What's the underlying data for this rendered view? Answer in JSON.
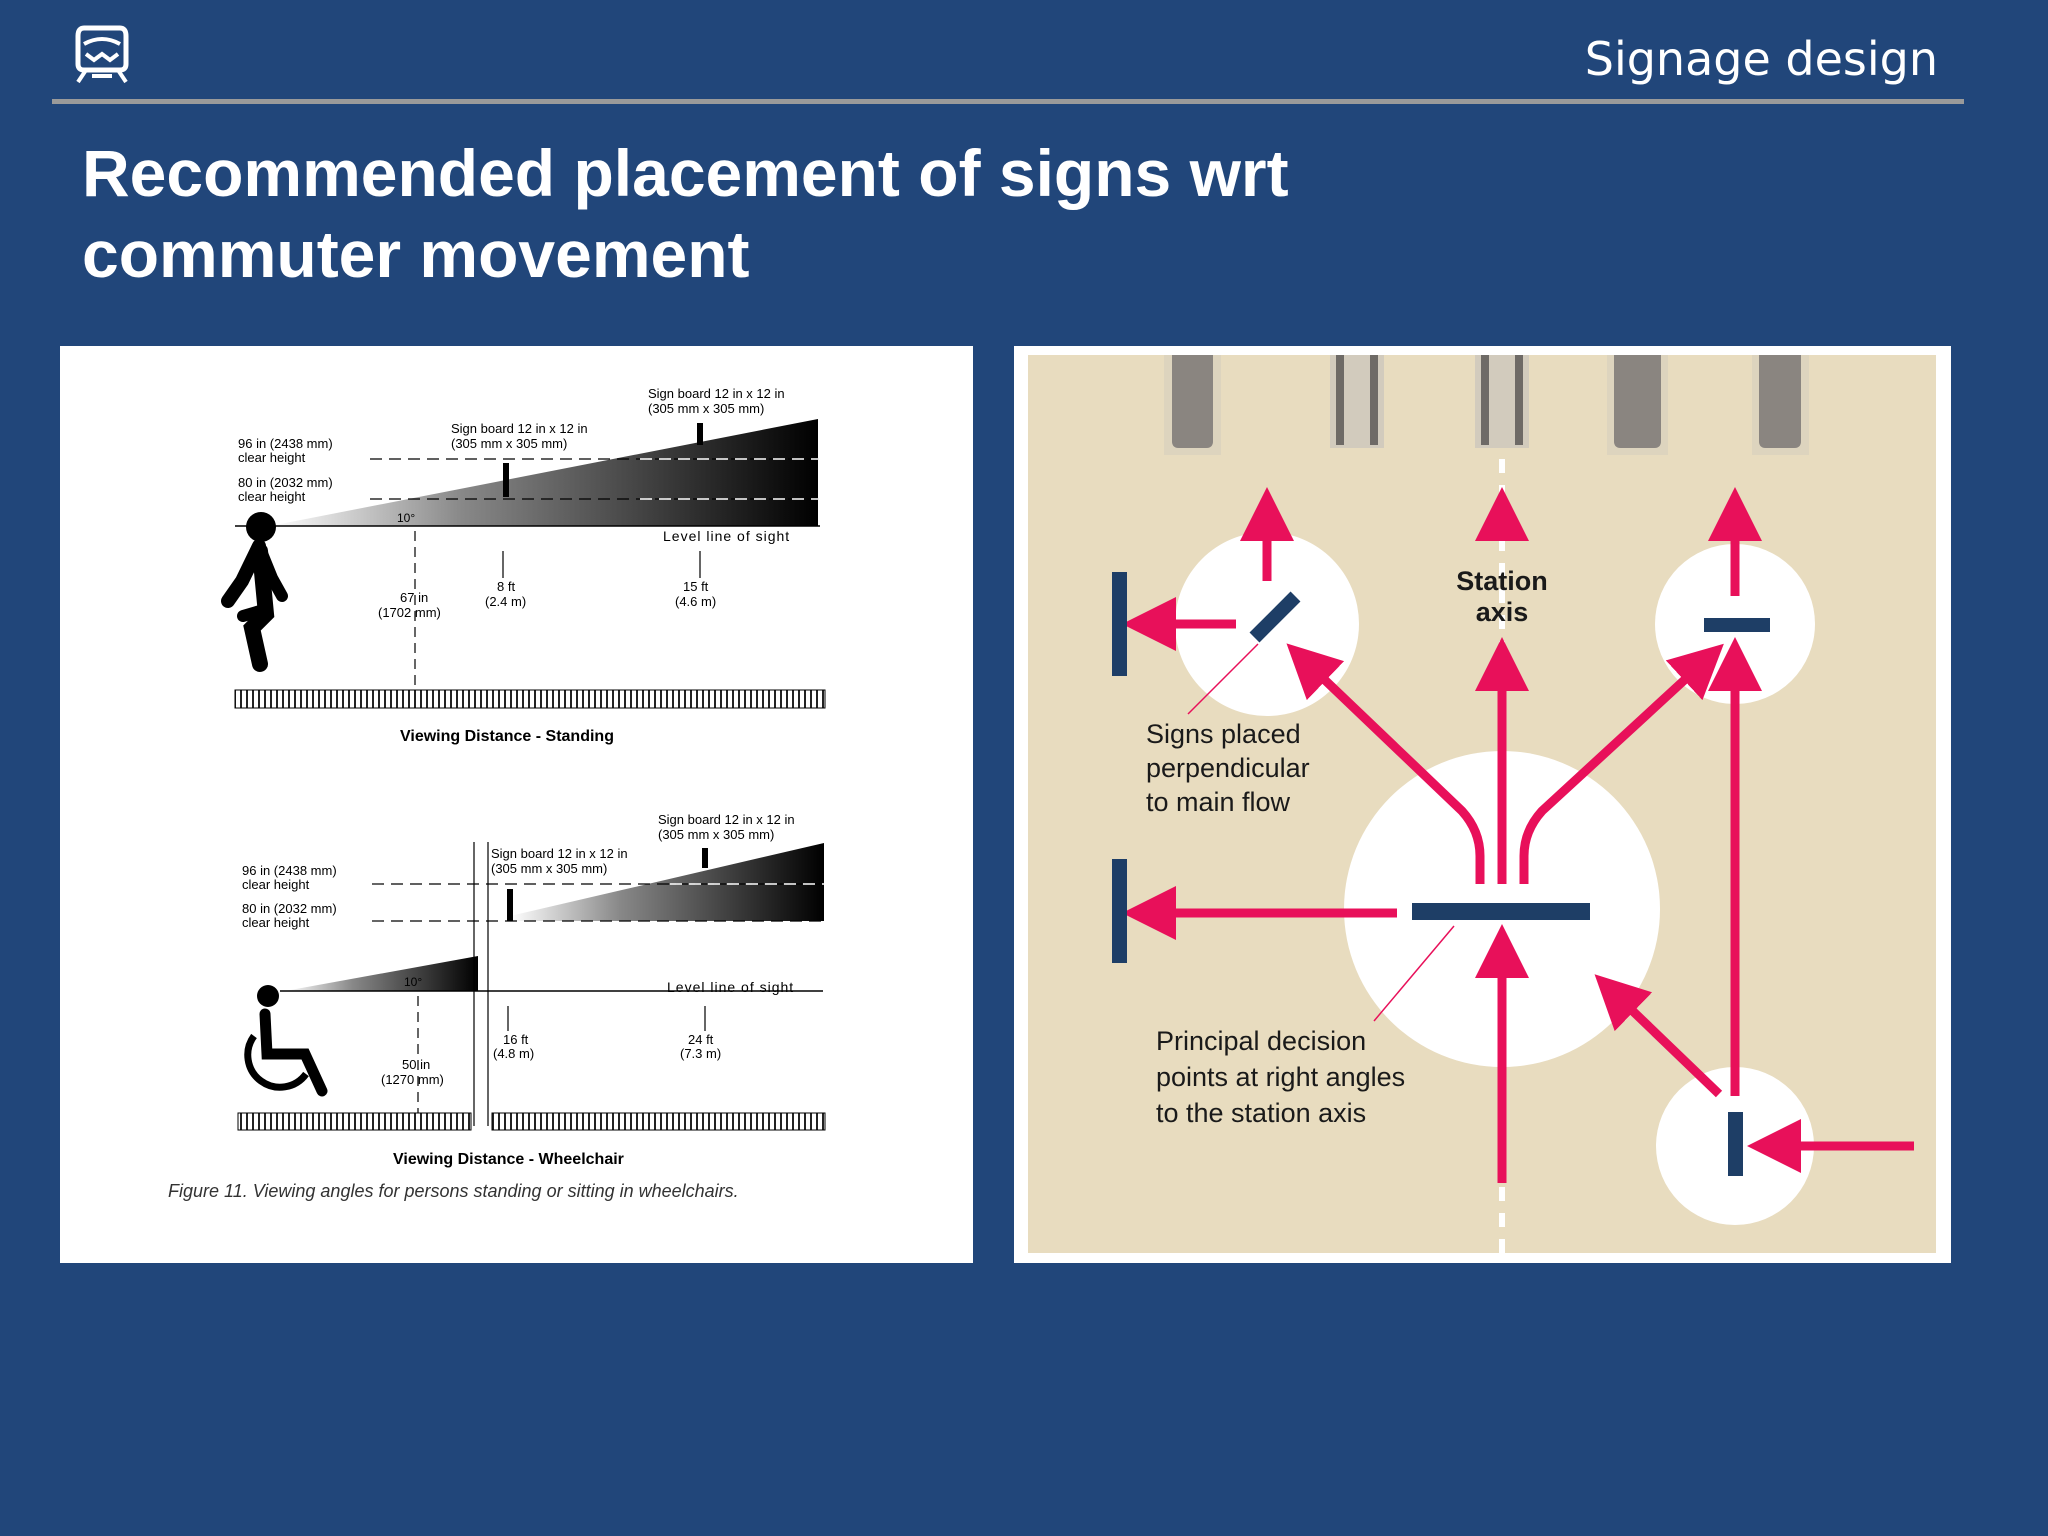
{
  "header": {
    "section_label": "Signage design",
    "logo_icon": "metro-train-icon"
  },
  "slide": {
    "title_line1": "Recommended placement of signs wrt",
    "title_line2": "commuter movement"
  },
  "standing": {
    "sign_far_l1": "Sign board 12 in x 12 in",
    "sign_far_l2": "(305 mm x 305 mm)",
    "sign_near_l1": "Sign board 12 in x 12 in",
    "sign_near_l2": "(305 mm x 305 mm)",
    "h96_l1": "96 in (2438 mm)",
    "h96_l2": "clear height",
    "h80_l1": "80 in (2032 mm)",
    "h80_l2": "clear height",
    "angle": "10°",
    "level_line": "Level line of sight",
    "eye_l1": "67 in",
    "eye_l2": "(1702 mm)",
    "d1_l1": "8 ft",
    "d1_l2": "(2.4 m)",
    "d2_l1": "15 ft",
    "d2_l2": "(4.6 m)",
    "caption": "Viewing Distance - Standing"
  },
  "wheelchair": {
    "sign_far_l1": "Sign board 12 in x 12 in",
    "sign_far_l2": "(305 mm x 305 mm)",
    "sign_near_l1": "Sign board 12 in x 12 in",
    "sign_near_l2": "(305 mm x 305 mm)",
    "h96_l1": "96 in (2438 mm)",
    "h96_l2": "clear height",
    "h80_l1": "80 in (2032 mm)",
    "h80_l2": "clear height",
    "angle": "10°",
    "level_line": "Level line of sight",
    "eye_l1": "50 in",
    "eye_l2": "(1270 mm)",
    "d1_l1": "16 ft",
    "d1_l2": "(4.8 m)",
    "d2_l1": "24 ft",
    "d2_l2": "(7.3 m)",
    "caption": "Viewing Distance - Wheelchair"
  },
  "figure_caption": "Figure 11.   Viewing angles for persons standing or sitting in wheelchairs.",
  "station": {
    "axis_l1": "Station",
    "axis_l2": "axis",
    "perp_l1": "Signs placed",
    "perp_l2": "perpendicular",
    "perp_l3": "to main flow",
    "decision_l1": "Principal decision",
    "decision_l2": "points at right angles",
    "decision_l3": "to the station axis",
    "colors": {
      "background": "#e8dcbf",
      "arrow": "#e8105a",
      "sign": "#1e3e66",
      "gate": "#8a8580",
      "circle": "#ffffff"
    }
  }
}
